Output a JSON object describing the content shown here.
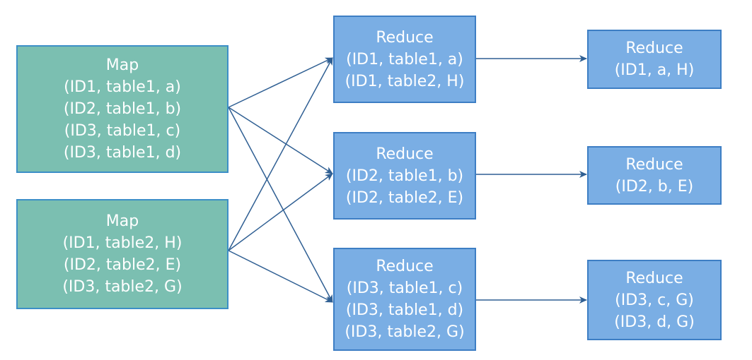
{
  "colors": {
    "map_fill": "#7bbfb1",
    "reduce_fill": "#7aaee4",
    "border": "#3d7ec4",
    "arrow": "#2f5f93",
    "text": "#ffffff"
  },
  "map_nodes": [
    {
      "title": "Map",
      "records": [
        "(ID1, table1, a)",
        "(ID2, table1, b)",
        "(ID3, table1, c)",
        "(ID3, table1, d)"
      ]
    },
    {
      "title": "Map",
      "records": [
        "(ID1, table2, H)",
        "(ID2, table2, E)",
        "(ID3, table2, G)"
      ]
    }
  ],
  "reduce_nodes": [
    {
      "title": "Reduce",
      "records": [
        "(ID1, table1, a)",
        "(ID1, table2, H)"
      ]
    },
    {
      "title": "Reduce",
      "records": [
        "(ID2, table1, b)",
        "(ID2, table2, E)"
      ]
    },
    {
      "title": "Reduce",
      "records": [
        "(ID3, table1, c)",
        "(ID3, table1, d)",
        "(ID3, table2, G)"
      ]
    }
  ],
  "final_nodes": [
    {
      "title": "Reduce",
      "records": [
        "(ID1, a, H)"
      ]
    },
    {
      "title": "Reduce",
      "records": [
        "(ID2, b, E)"
      ]
    },
    {
      "title": "Reduce",
      "records": [
        "(ID3, c, G)",
        "(ID3, d, G)"
      ]
    }
  ]
}
